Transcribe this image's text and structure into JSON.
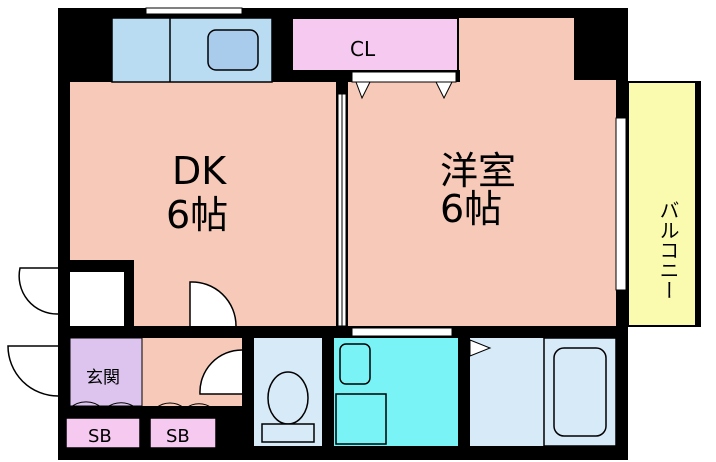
{
  "rooms": {
    "dk": {
      "name": "DK",
      "size": "6帖"
    },
    "western": {
      "name": "洋室",
      "size": "6帖"
    },
    "closet": {
      "name": "CL"
    },
    "balcony": {
      "name": "バルコニー"
    },
    "entrance": {
      "name": "玄関"
    },
    "shoe_box_1": {
      "name": "SB"
    },
    "shoe_box_2": {
      "name": "SB"
    }
  },
  "colors": {
    "wall": "#000000",
    "room_floor": "#f6c9b9",
    "closet": "#f6c9f1",
    "balcony": "#fbfbb0",
    "kitchen": "#b9dcf3",
    "bath": "#d7eaf8",
    "washroom": "#79f3f5",
    "entrance": "#dcc4ee"
  }
}
